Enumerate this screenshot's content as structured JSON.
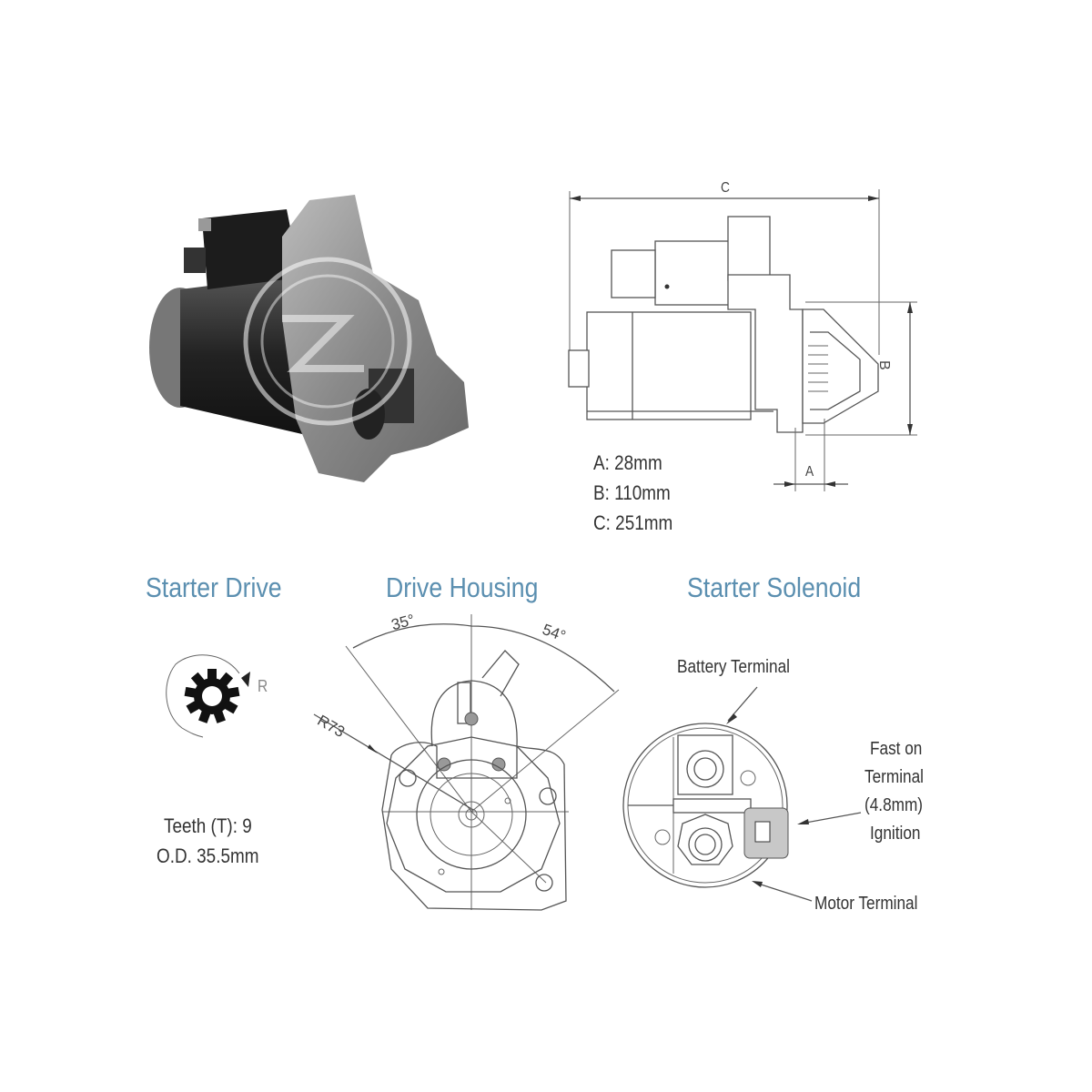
{
  "product_photo": {
    "alt": "Starter motor photo with watermark logo"
  },
  "dimension_drawing": {
    "labels": {
      "a": "A",
      "b": "B",
      "c": "C"
    },
    "specs": [
      {
        "key": "A",
        "text": "A: 28mm"
      },
      {
        "key": "B",
        "text": "B: 110mm"
      },
      {
        "key": "C",
        "text": "C: 251mm"
      }
    ]
  },
  "sections": {
    "starter_drive": {
      "title": "Starter Drive",
      "rotation_label": "R",
      "teeth": "Teeth (T):  9",
      "od": "O.D. 35.5mm"
    },
    "drive_housing": {
      "title": "Drive Housing",
      "angle_left": "35°",
      "angle_right": "54°",
      "radius": "R73"
    },
    "starter_solenoid": {
      "title": "Starter Solenoid",
      "battery_terminal": "Battery Terminal",
      "fast_on_lines": [
        "Fast on",
        "Terminal",
        "(4.8mm)",
        "Ignition"
      ],
      "motor_terminal": "Motor Terminal"
    }
  },
  "colors": {
    "heading": "#5b8fb0",
    "line": "#555555",
    "text": "#333333"
  }
}
